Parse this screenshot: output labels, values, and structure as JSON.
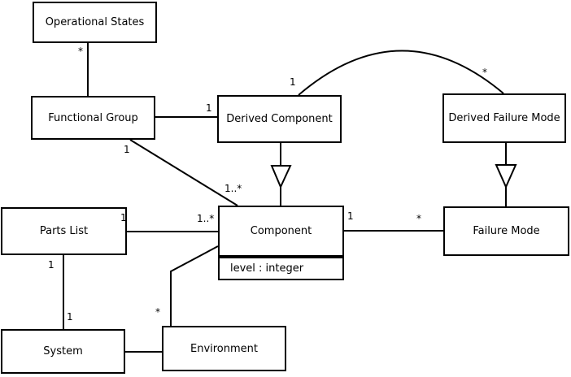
{
  "diagram": {
    "type": "uml-class-diagram",
    "colors": {
      "line": "#000000",
      "background": "#ffffff",
      "box_fill": "#ffffff",
      "text": "#000000"
    },
    "nodes": {
      "operational_states": {
        "label": "Operational States"
      },
      "functional_group": {
        "label": "Functional Group"
      },
      "derived_component": {
        "label": "Derived Component"
      },
      "derived_failure_mode": {
        "label": "Derived Failure Mode"
      },
      "parts_list": {
        "label": "Parts List"
      },
      "component": {
        "label": "Component",
        "attributes": [
          "level : integer"
        ]
      },
      "failure_mode": {
        "label": "Failure Mode"
      },
      "system": {
        "label": "System"
      },
      "environment": {
        "label": "Environment"
      }
    },
    "edges": [
      {
        "from": "Operational States",
        "to": "Functional Group",
        "type": "association",
        "labels": {
          "from_end": "*"
        }
      },
      {
        "from": "Functional Group",
        "to": "Derived Component",
        "type": "association",
        "labels": {
          "to_end": "1"
        }
      },
      {
        "from": "Functional Group",
        "to": "Component",
        "type": "association",
        "labels": {
          "from_end": "1",
          "to_end": "1..*"
        }
      },
      {
        "from": "Derived Component",
        "to": "Component",
        "type": "generalization",
        "labels": {}
      },
      {
        "from": "Derived Component",
        "to": "Derived Failure Mode",
        "type": "association",
        "shape": "arc",
        "labels": {
          "from_end": "1",
          "to_end": "*"
        }
      },
      {
        "from": "Derived Failure Mode",
        "to": "Failure Mode",
        "type": "generalization",
        "labels": {}
      },
      {
        "from": "Parts List",
        "to": "Component",
        "type": "association",
        "labels": {
          "from_end": "1",
          "to_end": "1..*"
        }
      },
      {
        "from": "Parts List",
        "to": "System",
        "type": "association",
        "labels": {
          "from_end": "1",
          "to_end": "1"
        }
      },
      {
        "from": "System",
        "to": "Environment",
        "type": "association",
        "labels": {}
      },
      {
        "from": "Component",
        "to": "Environment",
        "type": "association",
        "shape": "polyline",
        "labels": {
          "to_end": "*"
        }
      },
      {
        "from": "Component",
        "to": "Failure Mode",
        "type": "association",
        "labels": {
          "from_end": "1",
          "to_end": "*"
        }
      }
    ]
  }
}
